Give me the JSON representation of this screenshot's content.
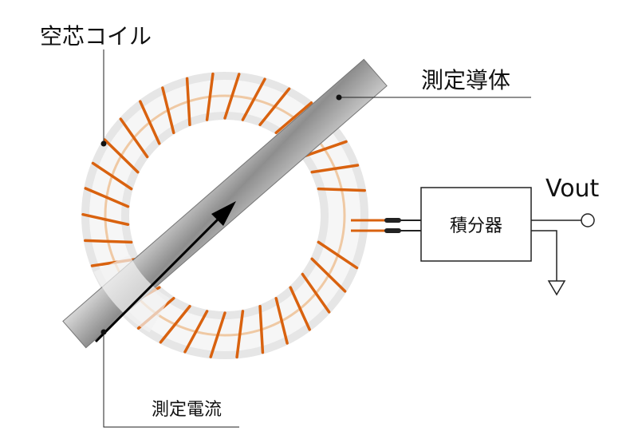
{
  "labels": {
    "coil": "空芯コイル",
    "conductor": "測定導体",
    "current": "測定電流",
    "integrator": "積分器",
    "output": "Vout"
  },
  "colors": {
    "winding": "#d9620f",
    "core_line": "#efc9a4",
    "ring": "#ececec",
    "conductor": "#9a9a9a",
    "line": "#222222"
  },
  "winding_count": 34
}
